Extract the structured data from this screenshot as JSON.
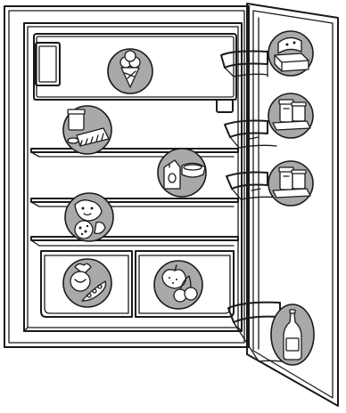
{
  "figure": {
    "subject": "fridge-storage-zones",
    "icons": [
      {
        "zone": "freezer-compartment",
        "icon": "ice-cream-icon"
      },
      {
        "zone": "top-shelf",
        "icon": "cake-and-jar-icon"
      },
      {
        "zone": "middle-shelf",
        "icon": "milk-carton-icon"
      },
      {
        "zone": "bottom-shelf",
        "icon": "cooked-food-icon"
      },
      {
        "zone": "left-crisper-drawer",
        "icon": "vegetables-icon"
      },
      {
        "zone": "right-crisper-drawer",
        "icon": "fruit-icon"
      },
      {
        "zone": "door-top-shelf",
        "icon": "butter-cheese-icon"
      },
      {
        "zone": "door-upper-shelf",
        "icon": "jars-icon"
      },
      {
        "zone": "door-middle-shelf",
        "icon": "jars-icon"
      },
      {
        "zone": "door-bottom-shelf",
        "icon": "bottle-icon"
      }
    ],
    "colors": {
      "line": "#1a1a1a",
      "icon_fill": "#a9a9a9",
      "background": "#ffffff"
    }
  }
}
